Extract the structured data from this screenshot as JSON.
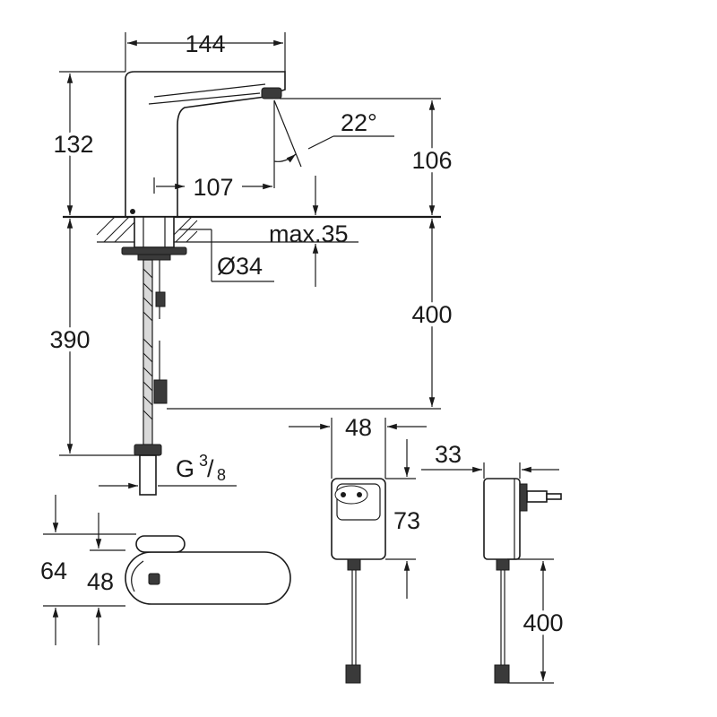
{
  "dimensions": {
    "spout_length": "144",
    "height_top": "132",
    "spray_angle": "22°",
    "spout_reach": "107",
    "outlet_height": "106",
    "max_thickness": "max.35",
    "hole_diameter": "Ø34",
    "hose_length": "390",
    "cable_length": "400",
    "thread_prefix": "G",
    "thread_num": "3",
    "thread_den": "8",
    "adapter_width": "48",
    "adapter_height": "73",
    "adapter_depth": "33",
    "adapter_cable_length": "400",
    "base_outer_height": "64",
    "base_inner_height": "48"
  }
}
